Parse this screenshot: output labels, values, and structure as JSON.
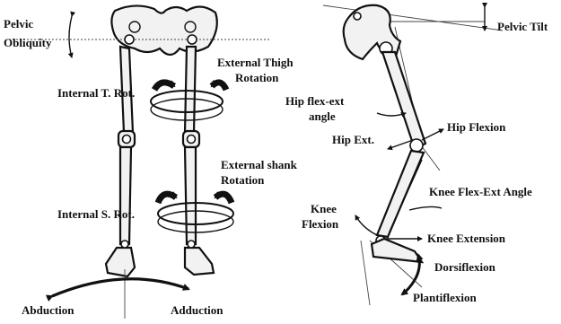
{
  "left": {
    "pelvic_obliquity_1": "Pelvic",
    "pelvic_obliquity_2": "Obliquity",
    "external_thigh_1": "External Thigh",
    "external_thigh_2": "Rotation",
    "internal_thigh": "Internal T. Rot.",
    "external_shank_1": "External shank",
    "external_shank_2": "Rotation",
    "internal_shank": "Internal S. Rot.",
    "abduction": "Abduction",
    "adduction": "Adduction"
  },
  "right": {
    "pelvic_tilt": "Pelvic Tilt",
    "hip_flex_ext_angle_1": "Hip flex-ext",
    "hip_flex_ext_angle_2": "angle",
    "hip_ext": "Hip Ext.",
    "hip_flexion": "Hip Flexion",
    "knee_flex_ext_angle": "Knee Flex-Ext Angle",
    "knee_flexion_1": "Knee",
    "knee_flexion_2": "Flexion",
    "knee_extension": "Knee Extension",
    "dorsiflexion": "Dorsiflexion",
    "plantiflexion": "Plantiflexion"
  }
}
